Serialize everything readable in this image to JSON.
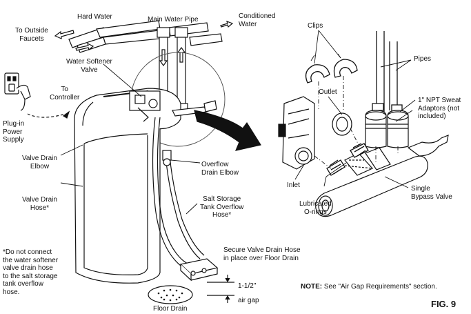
{
  "labels": {
    "hard_water": "Hard Water",
    "main_pipe": "Main Water Pipe",
    "conditioned_water": "Conditioned\nWater",
    "to_outside": "To Outside\nFaucets",
    "water_softener_valve": "Water Softener\nValve",
    "to_controller": "To\nController",
    "plugin_power": "Plug-in\nPower\nSupply",
    "valve_drain_elbow": "Valve Drain\nElbow",
    "valve_drain_hose": "Valve Drain\nHose*",
    "overflow_elbow": "Overflow\nDrain Elbow",
    "salt_storage": "Salt Storage\nTank Overflow\nHose*",
    "footnote": "*Do not connect\n the water softener\n valve drain hose\n to the salt storage\n tank overflow\n hose.",
    "secure_valve": "Secure Valve Drain Hose\nin place over Floor Drain",
    "air_gap_value": "1-1/2\"",
    "air_gap_text": "air gap",
    "floor_drain": "Floor Drain",
    "clips": "Clips",
    "pipes": "Pipes",
    "outlet": "Outlet",
    "npt_adaptors": "1\" NPT Sweat\nAdaptors (not\nincluded)",
    "inlet": "Inlet",
    "lubricated": "Lubricated\nO-rings",
    "single_bypass": "Single\nBypass Valve",
    "note_label": "NOTE:",
    "note_text": " See \"Air Gap Requirements\" section.",
    "fig": "FIG. 9"
  }
}
